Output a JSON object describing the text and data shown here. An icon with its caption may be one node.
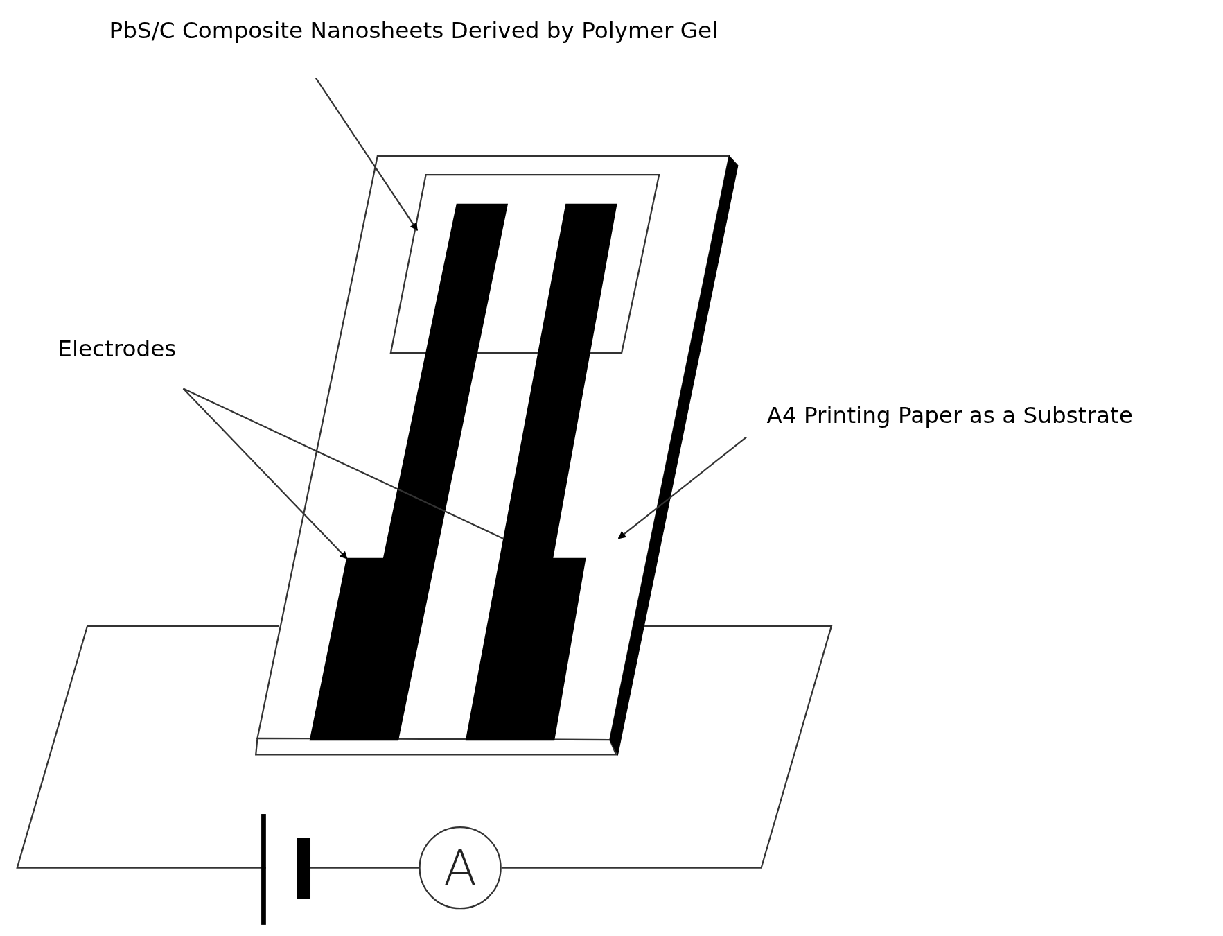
{
  "diagram": {
    "nodes": [
      {
        "text": [
          "PbS/C Composite Nanosheets Derived by Polymer Gel"
        ]
      },
      {
        "text": [],
        "shape": "box"
      },
      {
        "text": [],
        "shape": "box",
        "in": 1
      },
      {
        "text": [
          "Electrodes"
        ]
      },
      {
        "text": [],
        "shape": "bar",
        "in": 1
      },
      {
        "text": [],
        "shape": "bar",
        "in": 1
      },
      {
        "text": [
          "A4 Printing Paper as a Substrate"
        ]
      },
      {
        "text": [
          "A"
        ]
      },
      {
        "text": [],
        "shape": "battery"
      }
    ],
    "edges": [
      {
        "from": 0,
        "to": 2,
        "arrow": "to"
      },
      {
        "from": 3,
        "to": 4,
        "arrow": "to"
      },
      {
        "from": 3,
        "to": 5,
        "arrow": "none"
      },
      {
        "from": 6,
        "to": 1,
        "arrow": "to"
      },
      {
        "from": 8,
        "to": 7,
        "arrow": "none"
      },
      {
        "from": 7,
        "to": 1,
        "arrow": "none"
      },
      {
        "from": 1,
        "to": 8,
        "arrow": "none"
      }
    ]
  }
}
